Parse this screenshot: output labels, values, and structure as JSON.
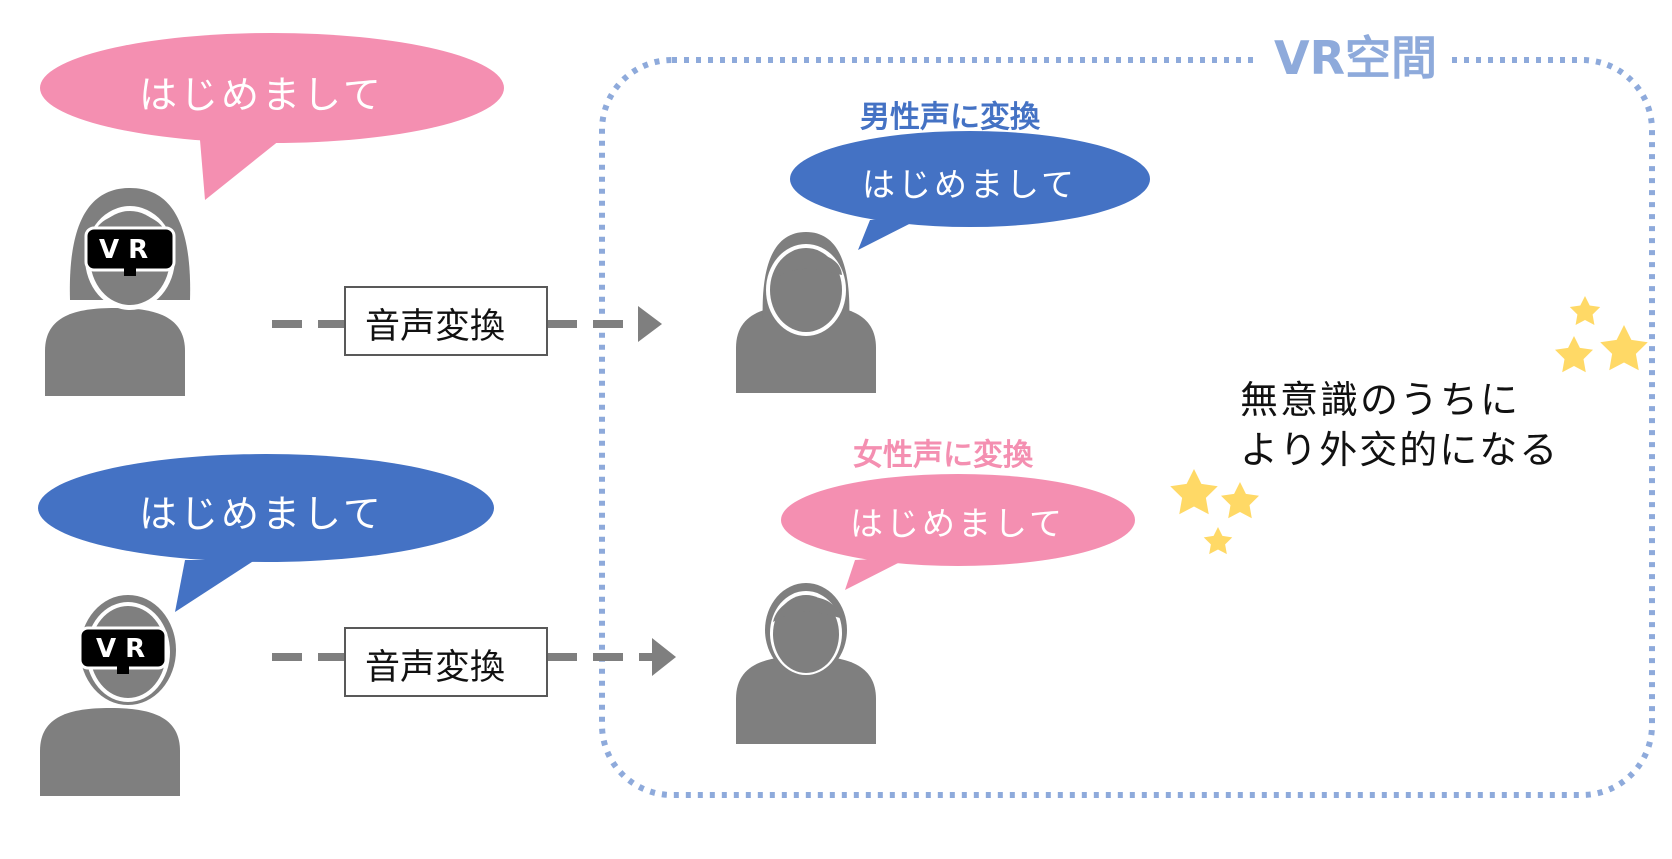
{
  "colors": {
    "pink": "#f48fb1",
    "blue": "#4472c4",
    "gray": "#7f7f7f",
    "region_border": "#8eaadb",
    "star": "#ffd966",
    "text": "#111111"
  },
  "vr_space": {
    "title": "VR空間"
  },
  "rows": [
    {
      "speaker": {
        "headset_label": "V R",
        "greeting": "はじめまして",
        "bubble_color": "pink"
      },
      "converter": {
        "label": "音声変換"
      },
      "avatar": {
        "caption": "男性声に変換",
        "greeting": "はじめまして",
        "bubble_color": "blue"
      }
    },
    {
      "speaker": {
        "headset_label": "V R",
        "greeting": "はじめまして",
        "bubble_color": "blue"
      },
      "converter": {
        "label": "音声変換"
      },
      "avatar": {
        "caption": "女性声に変換",
        "greeting": "はじめまして",
        "bubble_color": "pink"
      }
    }
  ],
  "effect": {
    "line1": "無意識のうちに",
    "line2": "より外交的になる"
  },
  "icons": [
    "person-icon",
    "vr-headset-icon",
    "arrow-right-icon",
    "star-icon"
  ]
}
